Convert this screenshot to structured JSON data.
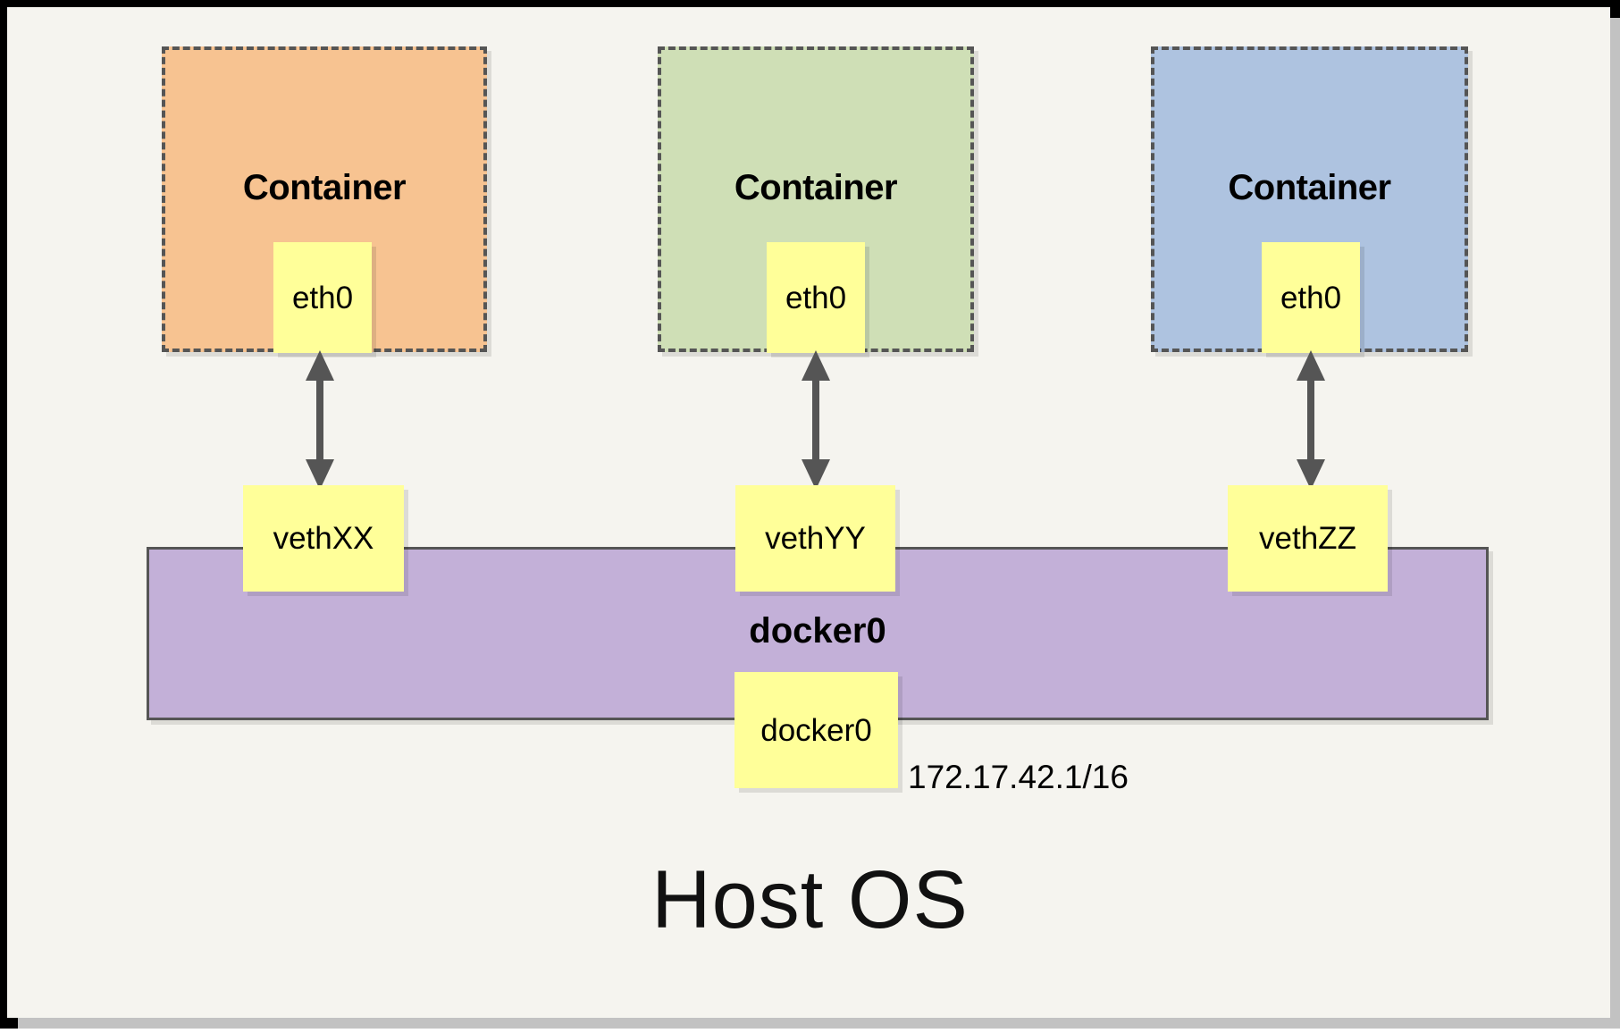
{
  "diagram": {
    "title_text": "Host OS",
    "background_color": "#f5f4ef",
    "frame_color": "#000000",
    "containers": [
      {
        "label": "Container",
        "fill": "#f7c391",
        "iface": {
          "label": "eth0"
        }
      },
      {
        "label": "Container",
        "fill": "#cfdfb6",
        "iface": {
          "label": "eth0"
        }
      },
      {
        "label": "Container",
        "fill": "#aec3e0",
        "iface": {
          "label": "eth0"
        }
      }
    ],
    "veths": [
      {
        "label": "vethXX"
      },
      {
        "label": "vethYY"
      },
      {
        "label": "vethZZ"
      }
    ],
    "bridge": {
      "title": "docker0",
      "interface_label": "docker0",
      "ip_address": "172.17.42.1/16",
      "fill": "#c3b0d8"
    },
    "links": [
      {
        "from": "eth0",
        "to": "vethXX",
        "style": "double-arrow"
      },
      {
        "from": "eth0",
        "to": "vethYY",
        "style": "double-arrow"
      },
      {
        "from": "eth0",
        "to": "vethZZ",
        "style": "double-arrow"
      }
    ]
  }
}
